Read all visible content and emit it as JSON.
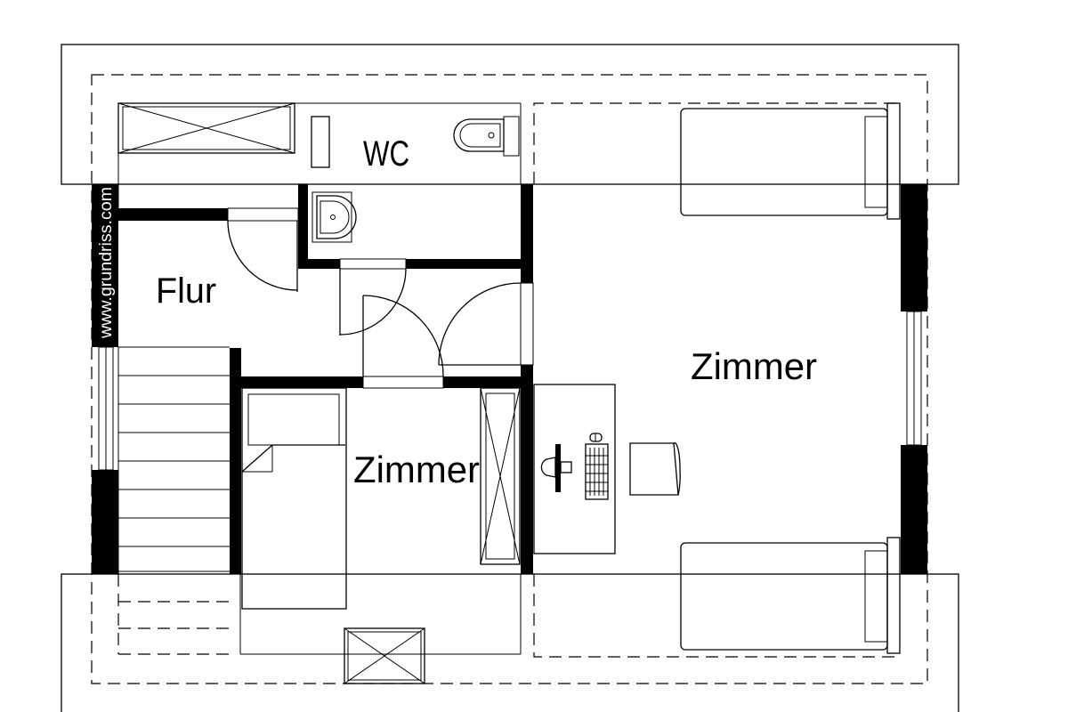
{
  "rooms": {
    "wc": "WC",
    "flur": "Flur",
    "zimmer_small": "Zimmer",
    "zimmer_large": "Zimmer"
  },
  "watermark": "www.grundriss.com"
}
